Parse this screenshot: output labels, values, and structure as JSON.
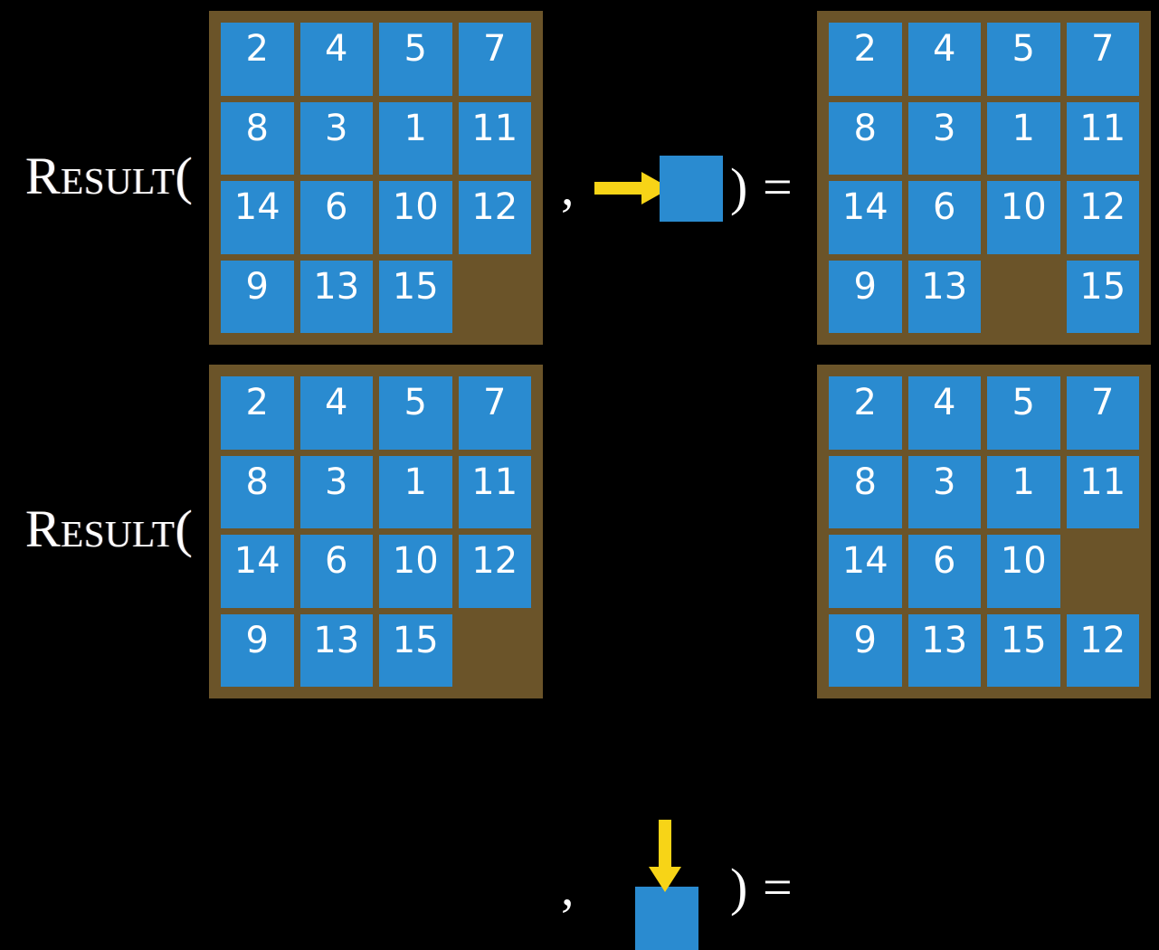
{
  "page": {
    "title": "Result function on 15-puzzle",
    "background_color": "#000000",
    "tile_color": "#2a8bd0",
    "board_color": "#6b5429",
    "arrow_color": "#f7d417",
    "text_color": "#ffffff"
  },
  "labels": {
    "result": "Result(",
    "comma": ",",
    "paren_close": ")",
    "equals": "="
  },
  "rows": [
    {
      "id": "row-move-right",
      "label": "Result(",
      "input_board": {
        "name": "input-grid-top",
        "rows": [
          [
            "2",
            "4",
            "5",
            "7"
          ],
          [
            "8",
            "3",
            "1",
            "11"
          ],
          [
            "14",
            "6",
            "10",
            "12"
          ],
          [
            "9",
            "13",
            "15",
            ""
          ]
        ]
      },
      "action": {
        "name": "move-right-action",
        "arrow_direction": "right",
        "tile_label": ""
      },
      "output_board": {
        "name": "output-grid-top",
        "rows": [
          [
            "2",
            "4",
            "5",
            "7"
          ],
          [
            "8",
            "3",
            "1",
            "11"
          ],
          [
            "14",
            "6",
            "10",
            "12"
          ],
          [
            "9",
            "13",
            "",
            "15"
          ]
        ]
      }
    },
    {
      "id": "row-move-down",
      "label": "Result(",
      "input_board": {
        "name": "input-grid-bottom",
        "rows": [
          [
            "2",
            "4",
            "5",
            "7"
          ],
          [
            "8",
            "3",
            "1",
            "11"
          ],
          [
            "14",
            "6",
            "10",
            "12"
          ],
          [
            "9",
            "13",
            "15",
            ""
          ]
        ]
      },
      "action": {
        "name": "move-down-action",
        "arrow_direction": "down",
        "tile_label": ""
      },
      "output_board": {
        "name": "output-grid-bottom",
        "rows": [
          [
            "2",
            "4",
            "5",
            "7"
          ],
          [
            "8",
            "3",
            "1",
            "11"
          ],
          [
            "14",
            "6",
            "10",
            ""
          ],
          [
            "9",
            "13",
            "15",
            "12"
          ]
        ]
      }
    }
  ]
}
